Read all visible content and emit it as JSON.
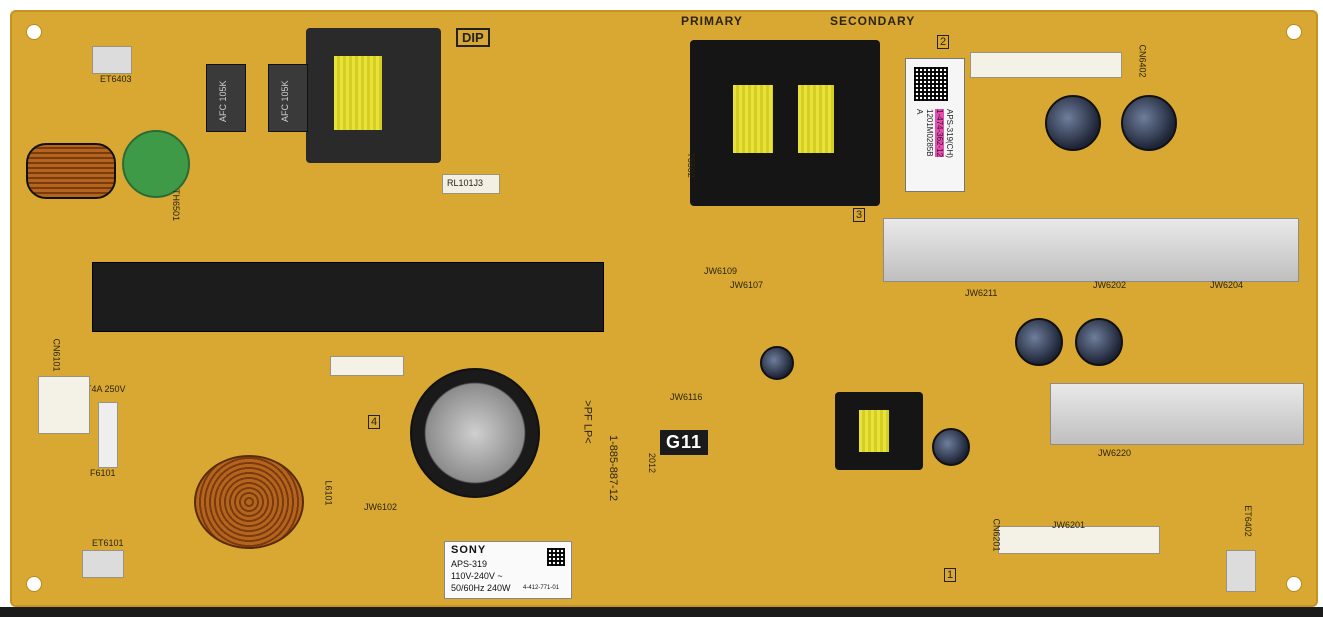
{
  "board": {
    "header_primary": "PRIMARY",
    "header_secondary": "SECONDARY",
    "dip_marker": "DIP",
    "board_code": "G11",
    "board_year": "2012",
    "part_number": "1-885-887-12",
    "material_mark": ">PF LP<",
    "transformer_label": "T6502",
    "region_2": "2",
    "region_3": "3",
    "region_4": "4",
    "region_1": "1"
  },
  "rating_label": {
    "brand": "SONY",
    "model": "APS-319",
    "voltage": "110V-240V ~",
    "power": "50/60Hz 240W",
    "part": "4-412-771-01"
  },
  "sticker": {
    "line1": "APS-319(CH)",
    "line2": "1-474-362-12",
    "line3": "1201M0285B",
    "line4": "A"
  },
  "component_labels": {
    "thermistor": "TH6501",
    "capacitor_a": "AFC 105K",
    "capacitor_b": "AFC 105K",
    "fuse_rating": "T4A 250V",
    "fuse": "F6101",
    "resistor_code": "RL101J3",
    "coil": "L6101",
    "et_left_top": "ET6403",
    "et_left_bottom": "ET6101",
    "et_right": "ET6402",
    "connector_left": "CN6101",
    "connector_bottom": "CN6201",
    "connector_top": "CN6402",
    "jw_a": "JW6109",
    "jw_b": "JW6107",
    "jw_c": "JW6211",
    "jw_d": "JW6202",
    "jw_e": "JW6204",
    "jw_f": "JW6220",
    "jw_g": "JW6116",
    "jw_h": "JW6102",
    "jw_i": "JW6201"
  },
  "colors": {
    "pcb": "#d9a832",
    "silk": "#2a2410",
    "heatsink_black": "#1c1c1c",
    "heatsink_alu": "#cfcfcf",
    "coil_yellow": "#e8e23a"
  }
}
